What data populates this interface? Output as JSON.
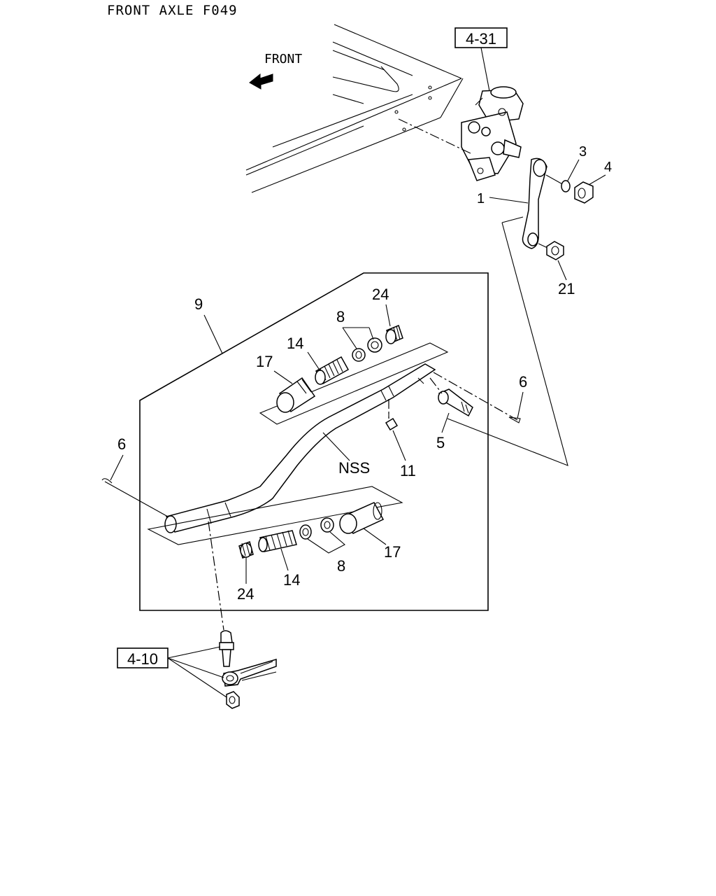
{
  "title": "FRONT  AXLE  F049",
  "direction_label": "FRONT",
  "refs": {
    "gear_box": "4-31",
    "tie_rod": "4-10"
  },
  "callouts": {
    "c1": "1",
    "c3": "3",
    "c4": "4",
    "c21": "21",
    "c9": "9",
    "c24a": "24",
    "c8a": "8",
    "c14a": "14",
    "c17a": "17",
    "c6a": "6",
    "c5": "5",
    "c11": "11",
    "nss": "NSS",
    "c6b": "6",
    "c24b": "24",
    "c14b": "14",
    "c8b": "8",
    "c17b": "17"
  }
}
